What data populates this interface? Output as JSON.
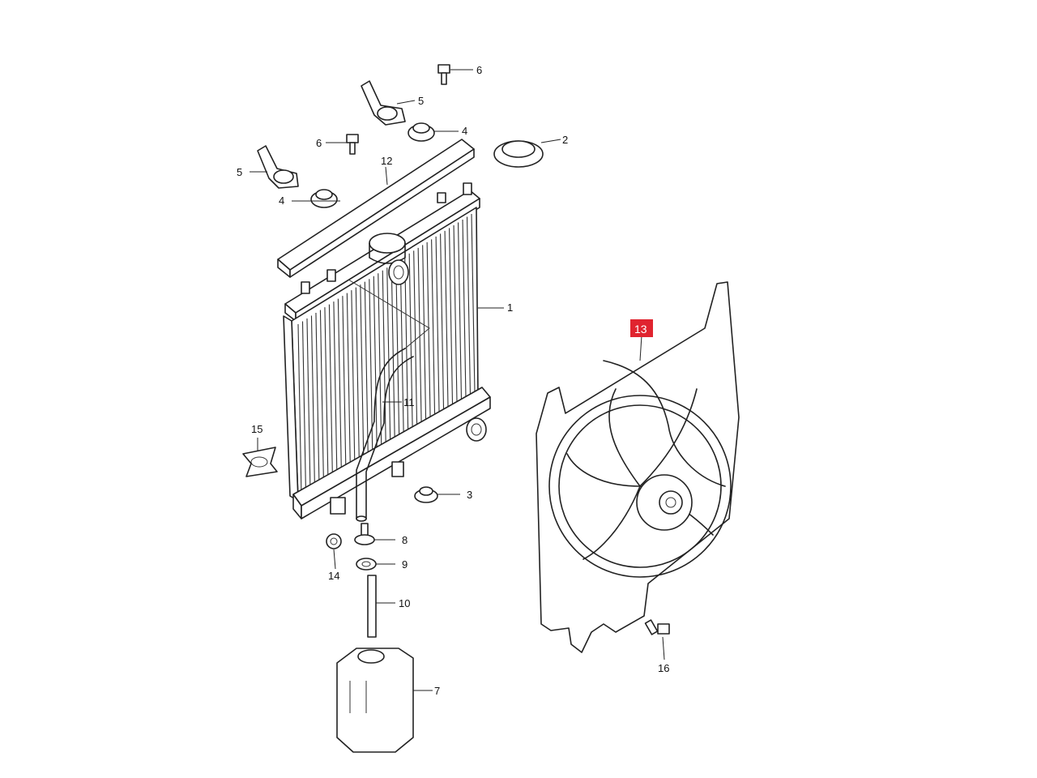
{
  "colors": {
    "highlight": "#e0242f",
    "line": "#222222",
    "background": "#ffffff"
  },
  "callouts": {
    "radiator": "1",
    "radiator_cap": "2",
    "grommet_lower": "3",
    "cushion_left": "4",
    "cushion_right": "4",
    "bracket_left": "5",
    "bracket_right": "5",
    "bolt_top": "6",
    "bolt_mid": "6",
    "reservoir_tank": "7",
    "tank_cap": "8",
    "clamp_small": "9",
    "reservoir_hose": "10",
    "overflow_hose": "11",
    "upper_cover": "12",
    "fan_assembly": "13",
    "hose_clip": "14",
    "clip_holder": "15",
    "fan_bolt": "16"
  },
  "highlighted_part": "13"
}
